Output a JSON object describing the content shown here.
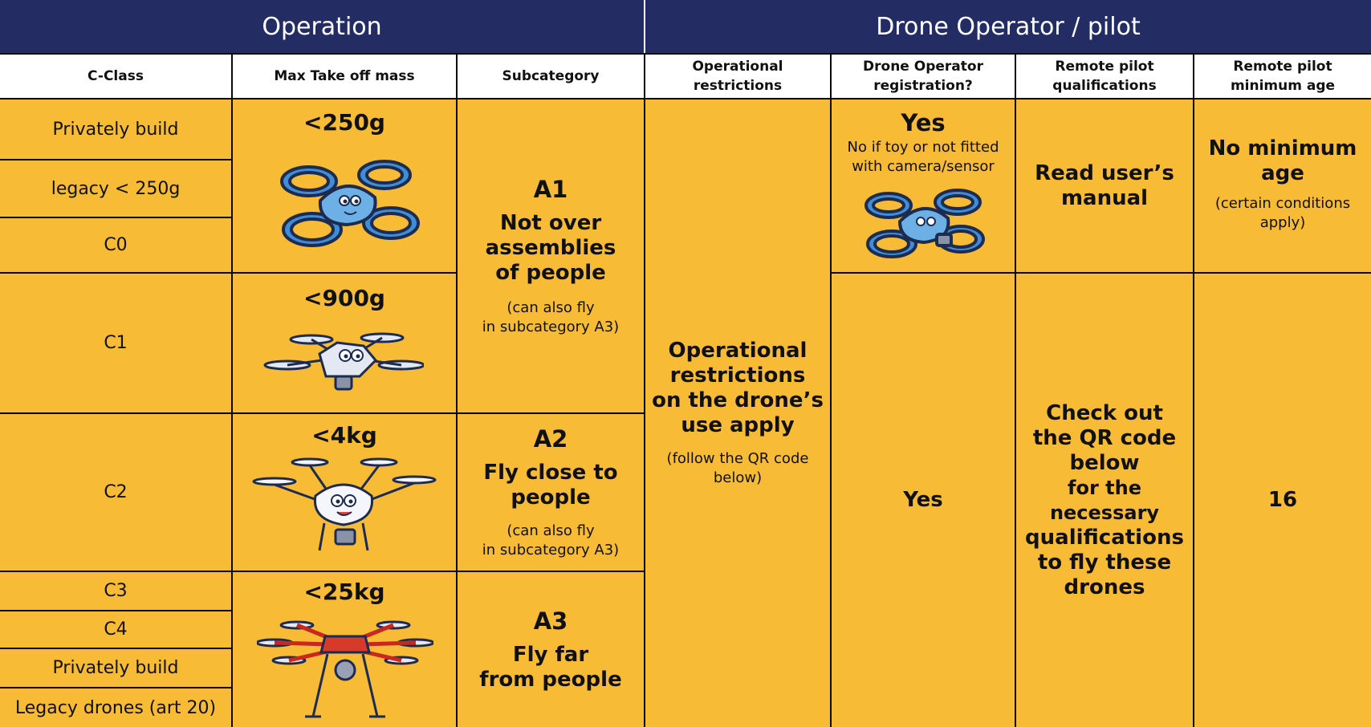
{
  "top_headers": {
    "operation": "Operation",
    "drone_operator_pilot": "Drone Operator / pilot"
  },
  "column_headers": {
    "c_class": "C-Class",
    "max_take_off_mass": "Max Take off mass",
    "subcategory": "Subcategory",
    "operational_restrictions": [
      "Operational",
      "restrictions"
    ],
    "drone_operator_registration": [
      "Drone Operator",
      "registration?"
    ],
    "remote_pilot_qualifications": [
      "Remote pilot",
      "qualifications"
    ],
    "remote_pilot_minimum_age": [
      "Remote pilot",
      "minimum age"
    ]
  },
  "c_classes": [
    "Privately build",
    "legacy < 250g",
    "C0",
    "C1",
    "C2",
    "C3",
    "C4",
    "Privately build",
    "Legacy drones (art 20)"
  ],
  "masses": [
    "<250g",
    "<900g",
    "<4kg",
    "<25kg"
  ],
  "drone_icons": [
    "small-blue-drone-icon",
    "white-folding-drone-icon",
    "white-quadcopter-icon",
    "red-hexacopter-icon"
  ],
  "subcategories": {
    "a1": {
      "code": "A1",
      "title": [
        "Not over",
        "assemblies",
        "of people"
      ],
      "note": [
        "(can also fly",
        "in subcategory A3)"
      ]
    },
    "a2": {
      "code": "A2",
      "title": [
        "Fly close to",
        "people"
      ],
      "note": [
        "(can also fly",
        "in subcategory A3)"
      ]
    },
    "a3": {
      "code": "A3",
      "title": [
        "Fly far",
        "from people"
      ]
    }
  },
  "operational_restrictions": {
    "title": [
      "Operational",
      "restrictions",
      "on the drone’s",
      "use apply"
    ],
    "note": [
      "(follow the QR code",
      "below)"
    ]
  },
  "registration": {
    "open_answer": "Yes",
    "open_note": [
      "No if toy or not fitted",
      "with camera/sensor"
    ],
    "specific_answer": "Yes"
  },
  "qualifications": {
    "open": [
      "Read user’s",
      "manual"
    ],
    "specific": [
      "Check out",
      "the QR code",
      "below",
      "for the necessary",
      "qualifications",
      "to fly these",
      "drones"
    ]
  },
  "minimum_age": {
    "open_title": [
      "No minimum",
      "age"
    ],
    "open_note": [
      "(certain conditions",
      "apply)"
    ],
    "specific": "16"
  },
  "colors": {
    "navy": "#232d63",
    "yellow": "#f7bb35",
    "line": "#0a0a0a"
  }
}
